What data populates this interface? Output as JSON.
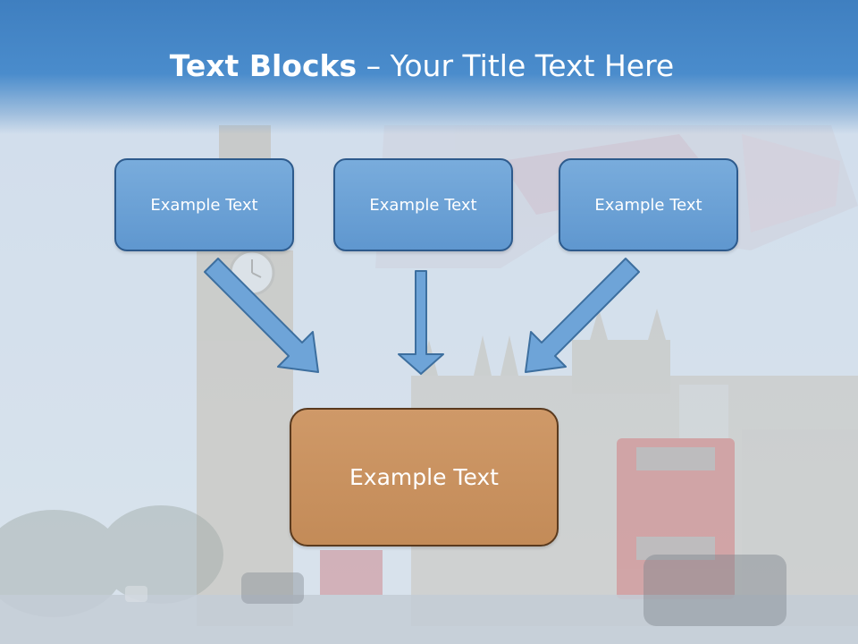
{
  "slide": {
    "title_bold": "Text Blocks",
    "title_rest": " – Your Title Text Here",
    "boxes": [
      {
        "label": "Example Text"
      },
      {
        "label": "Example Text"
      },
      {
        "label": "Example Text"
      }
    ],
    "main_box": {
      "label": "Example Text"
    }
  },
  "colors": {
    "title_band": "#4a8ccc",
    "box_fill": "#6ea4d8",
    "box_border": "#2d5a8c",
    "main_fill": "#c99260",
    "main_border": "#5a3a1e",
    "arrow_fill": "#6ea4d8"
  }
}
